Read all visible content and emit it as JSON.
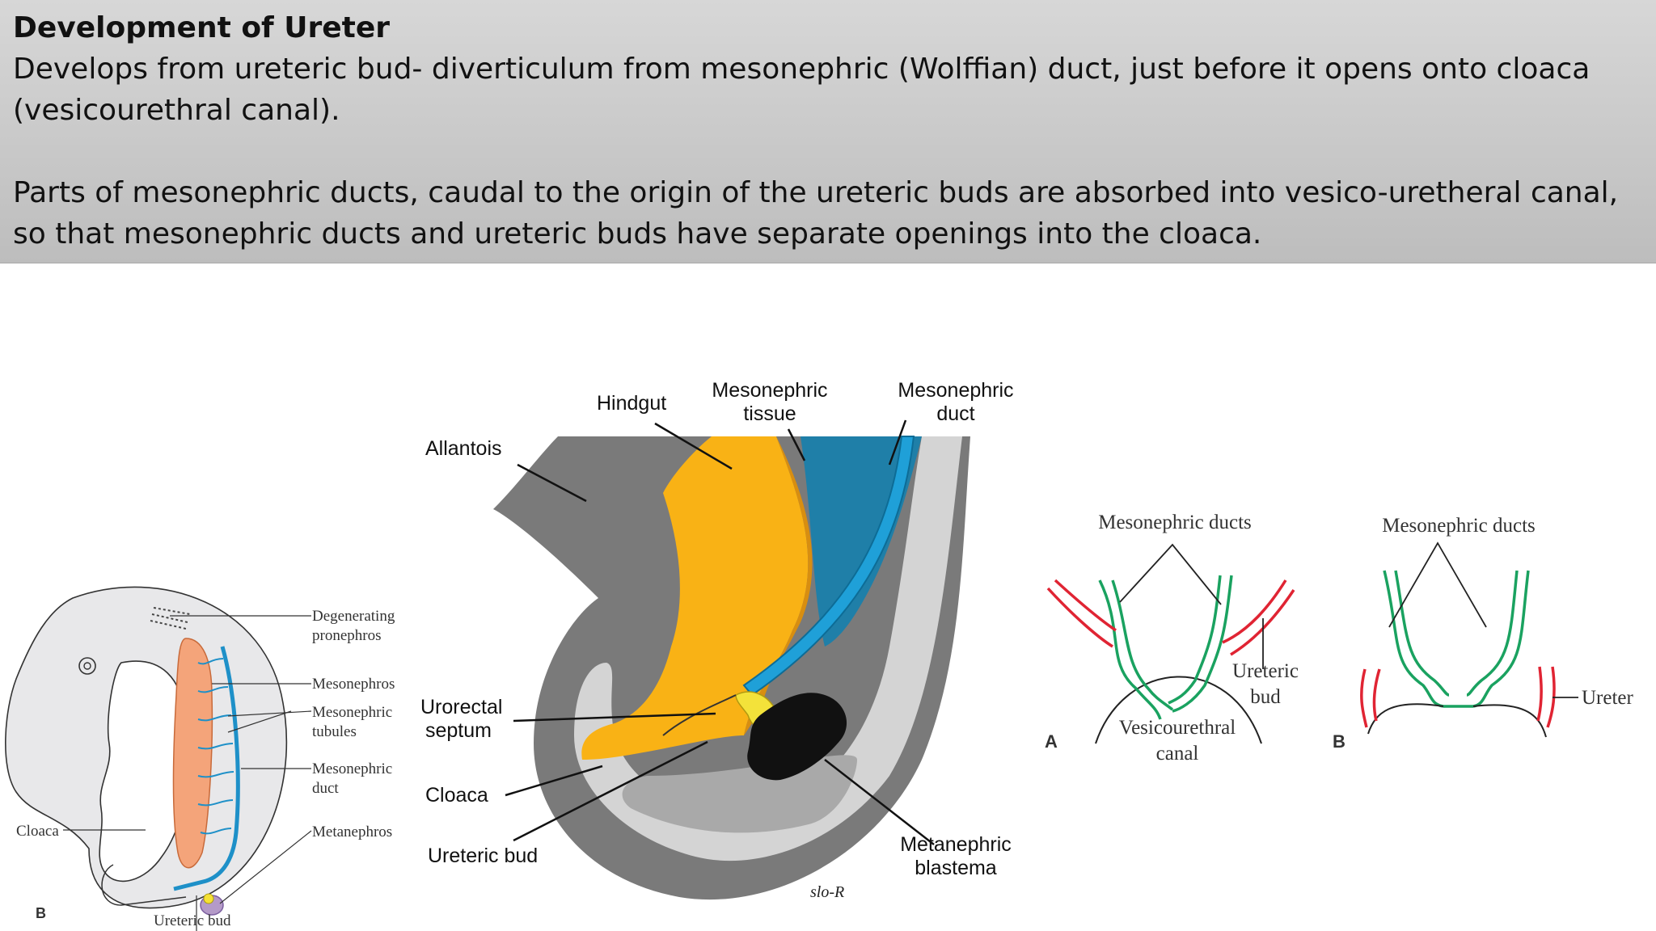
{
  "header": {
    "title": "Development of Ureter",
    "paragraph1": "Develops from ureteric bud- diverticulum from  mesonephric (Wolffian) duct, just before it opens onto cloaca (vesicourethral canal).",
    "paragraph2": "Parts of mesonephric ducts, caudal to the origin of the ureteric buds are absorbed into vesico-uretheral canal, so that mesonephric ducts and ureteric buds have separate openings into the cloaca."
  },
  "figure_embryo": {
    "labels": {
      "degenerating_1": "Degenerating",
      "degenerating_2": "pronephros",
      "mesonephros": "Mesonephros",
      "tubules_1": "Mesonephric",
      "tubules_2": "tubules",
      "duct_1": "Mesonephric",
      "duct_2": "duct",
      "metanephros": "Metanephros",
      "cloaca": "Cloaca",
      "ureteric_bud": "Ureteric bud",
      "panel": "B"
    }
  },
  "figure_section": {
    "labels": {
      "hindgut": "Hindgut",
      "mtissue_1": "Mesonephric",
      "mtissue_2": "tissue",
      "mduct_1": "Mesonephric",
      "mduct_2": "duct",
      "allantois": "Allantois",
      "urorectal_1": "Urorectal",
      "urorectal_2": "septum",
      "cloaca": "Cloaca",
      "ureteric_bud": "Ureteric bud",
      "blastema_1": "Metanephric",
      "blastema_2": "blastema",
      "signature": "slo-R"
    }
  },
  "figure_ducts": {
    "panelA": {
      "label": "A",
      "ducts": "Mesonephric ducts",
      "bud_1": "Ureteric",
      "bud_2": "bud",
      "canal_1": "Vesicourethral",
      "canal_2": "canal"
    },
    "panelB": {
      "label": "B",
      "ducts": "Mesonephric ducts",
      "ureter": "Ureter"
    }
  },
  "colors": {
    "orange": "#f9b215",
    "blue": "#1fa0d8",
    "dark_blue": "#1f7fa8",
    "gray_dark": "#7a7a7a",
    "gray_mid": "#a9a9a9",
    "gray_light": "#d2d2d2",
    "green": "#1aa260",
    "red": "#e02433",
    "black": "#111111"
  }
}
